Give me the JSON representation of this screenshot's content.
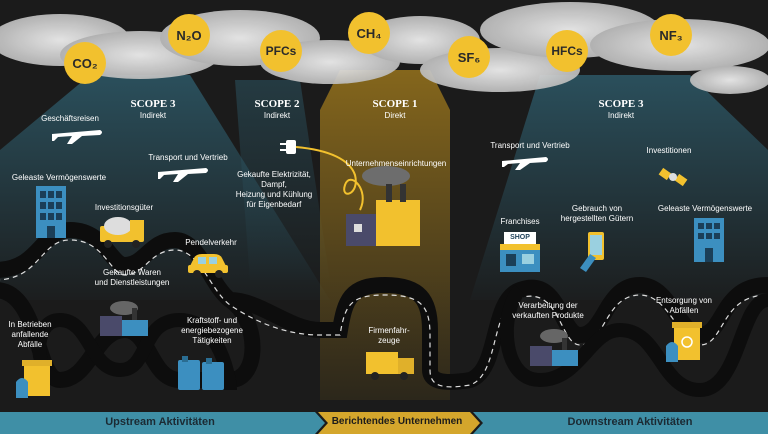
{
  "gases": [
    "CO₂",
    "N₂O",
    "PFCs",
    "CH₄",
    "SF₆",
    "HFCs",
    "NF₃"
  ],
  "scopes": {
    "scope3_left": {
      "title": "SCOPE 3",
      "sub": "Indirekt"
    },
    "scope2": {
      "title": "SCOPE 2",
      "sub": "Indirekt"
    },
    "scope1": {
      "title": "SCOPE 1",
      "sub": "Direkt"
    },
    "scope3_right": {
      "title": "SCOPE 3",
      "sub": "Indirekt"
    }
  },
  "labels": {
    "geschaeftsreisen": "Geschäftsreisen",
    "transport_links": "Transport und Vertrieb",
    "geleaste_links": "Geleaste Vermögenswerte",
    "investitionsgueter": "Investitionsgüter",
    "pendelverkehr": "Pendelverkehr",
    "gekaufte_waren": "Gekaufte Waren\nund Dienstleistungen",
    "abfaelle_links": "In Betrieben\nanfallende\nAbfälle",
    "kraftstoff": "Kraftstoff- und\nenergiebezogene\nTätigkeiten",
    "elektrizitaet": "Gekaufte Elektrizität,\nDampf,\nHeizung und Kühlung\nfür Eigenbedarf",
    "unternehmenseinrichtungen": "Unternehmenseinrichtungen",
    "firmenfahrzeuge": "Firmenfahr-\nzeuge",
    "transport_rechts": "Transport und Vertrieb",
    "investitionen": "Investitionen",
    "franchises": "Franchises",
    "gebrauch": "Gebrauch von\nhergestellten Gütern",
    "geleaste_rechts": "Geleaste Vermögenswerte",
    "verarbeitung": "Verarbeitung der\nverkauften Produkte",
    "entsorgung": "Entsorgung von\nAbfällen",
    "shop_sign": "SHOP"
  },
  "bands": {
    "upstream": "Upstream Aktivitäten",
    "reporting": "Berichtendes Unternehmen",
    "downstream": "Downstream Aktivitäten"
  },
  "colors": {
    "background": "#1b1b1b",
    "gas_yellow": "#f2c12e",
    "teal_band": "#3f8fa6",
    "reporting_band": "#d4a62c",
    "road": "#0d0d0d",
    "building_blue": "#3c8fc0"
  },
  "icons": [
    "airplane-icon",
    "building-icon",
    "cement-truck-icon",
    "car-icon",
    "factory-icon",
    "fuel-canister-icon",
    "plug-icon",
    "delivery-truck-icon",
    "shop-icon",
    "smartphone-icon",
    "satellite-icon",
    "trash-bin-icon"
  ]
}
